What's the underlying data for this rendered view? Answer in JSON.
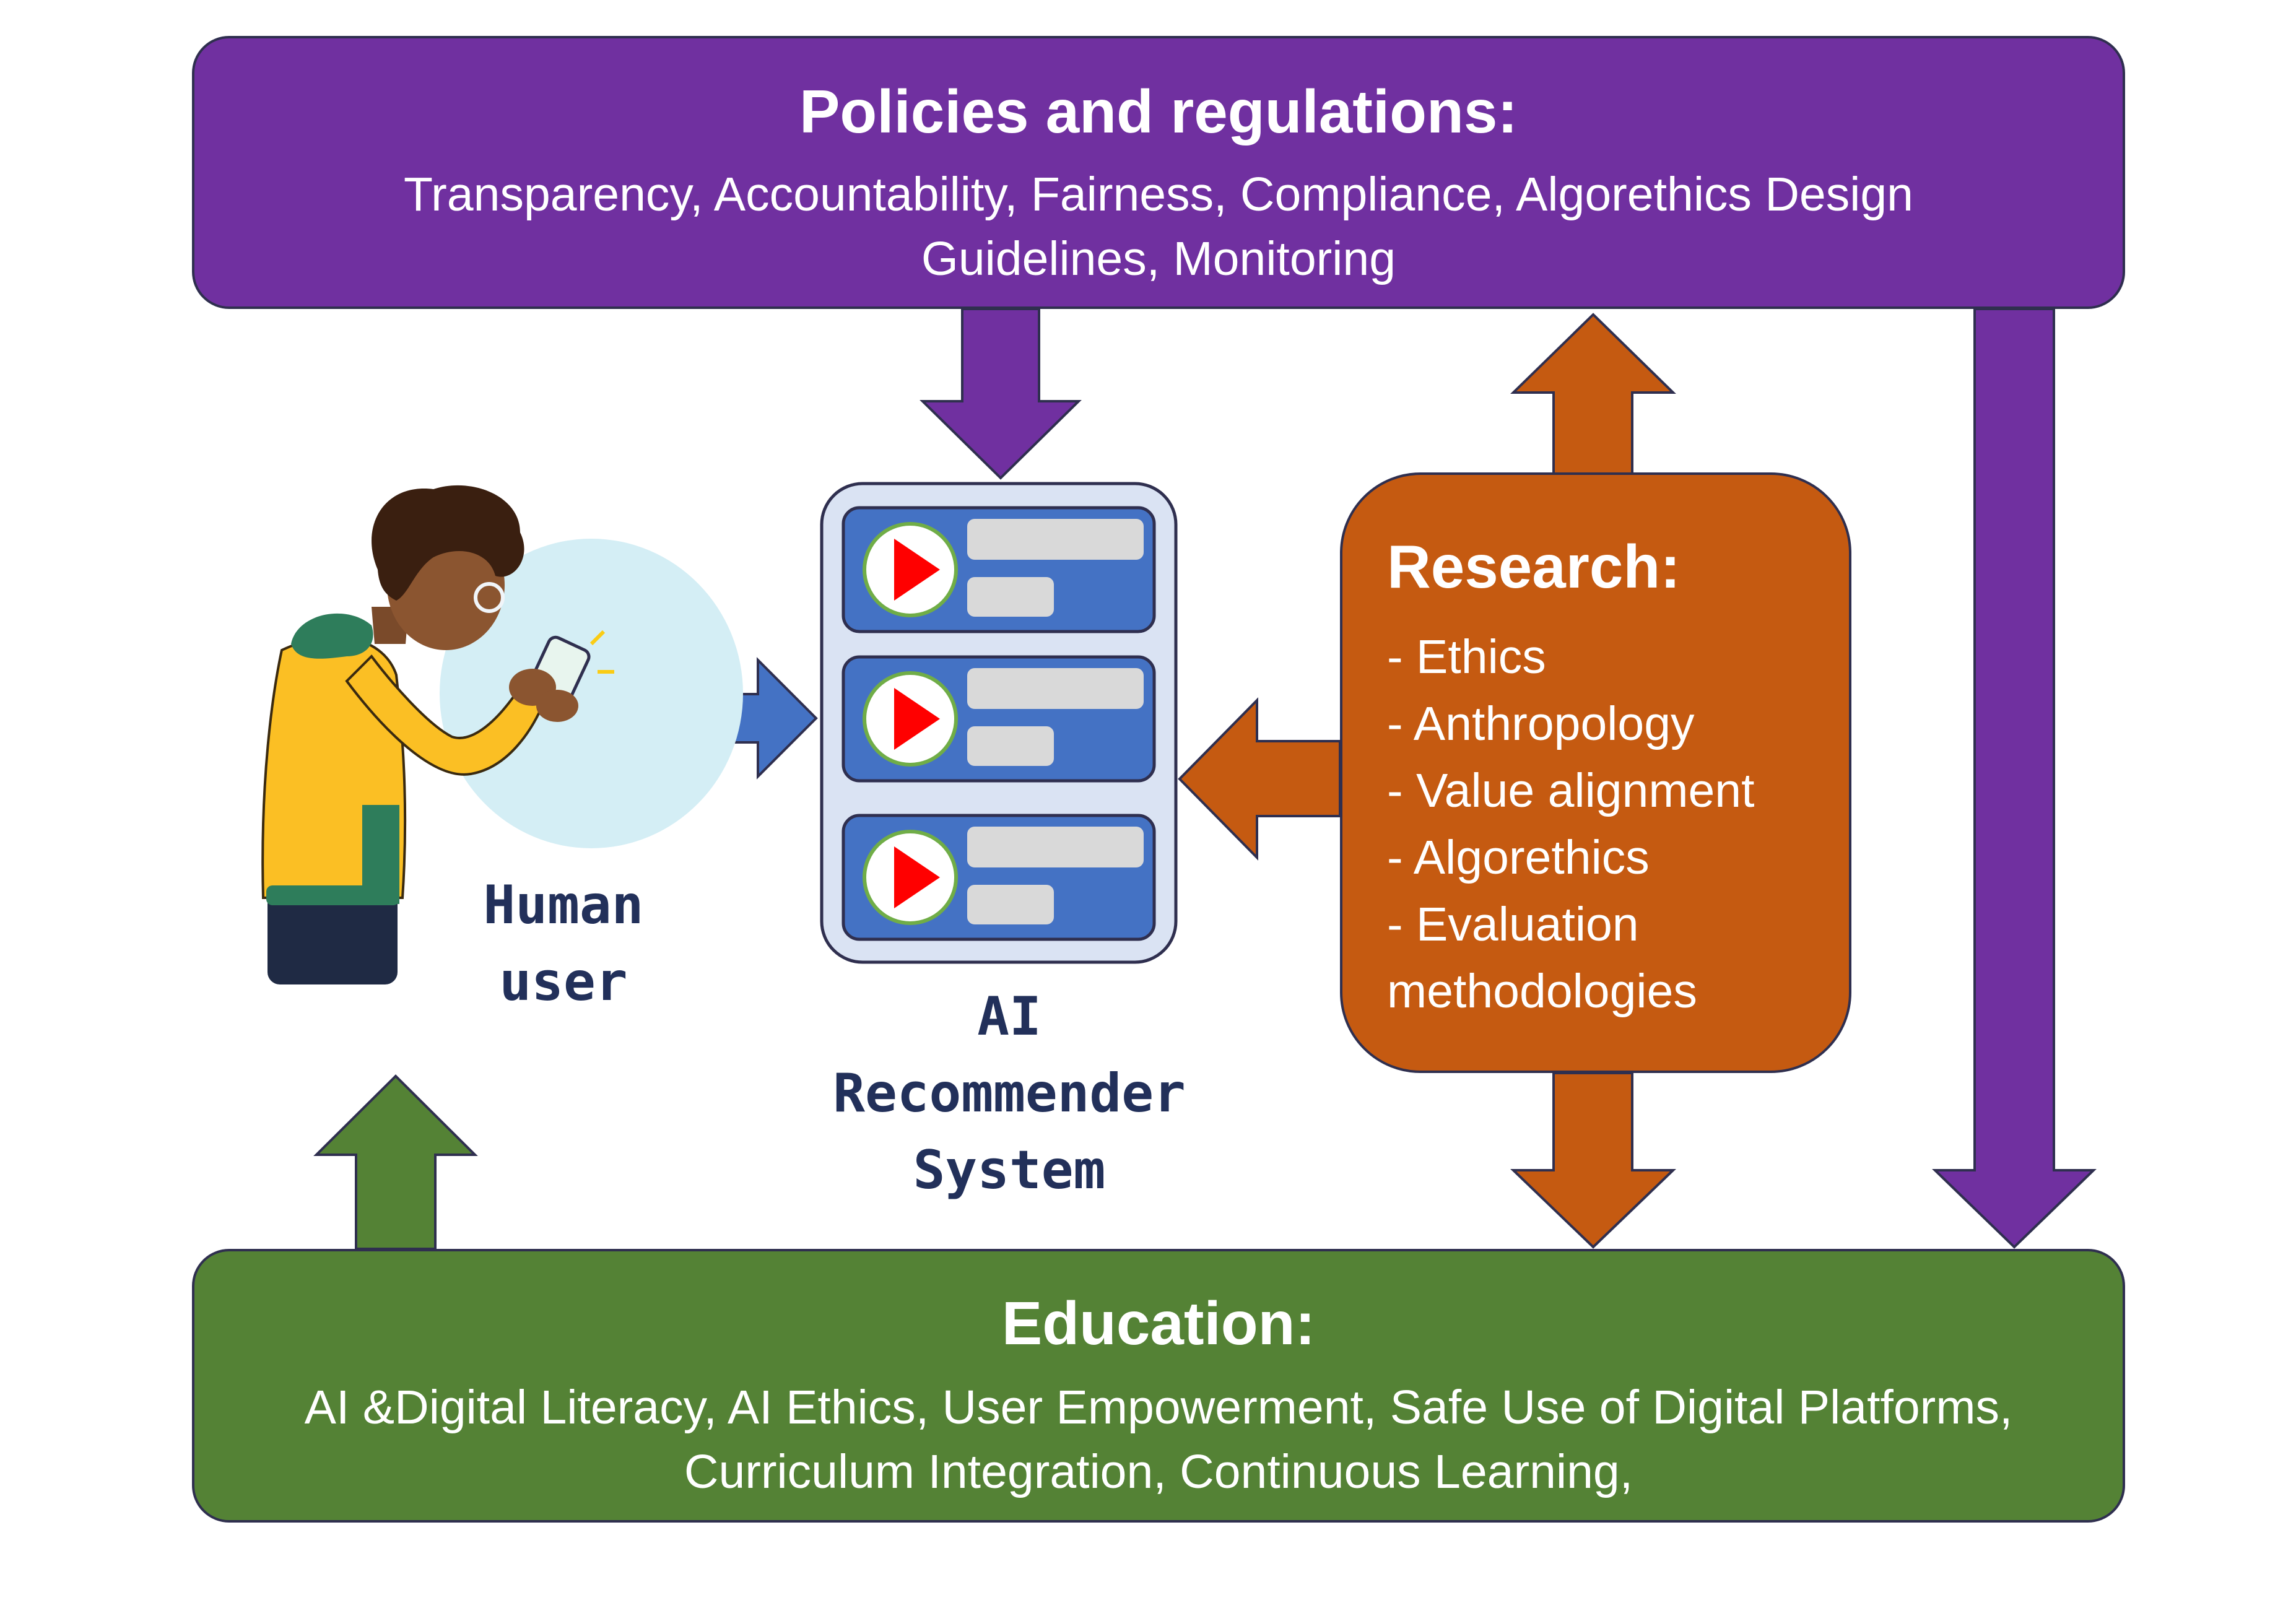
{
  "policies": {
    "title": "Policies and regulations:",
    "items_line1": "Transparency, Accountability, Fairness, Compliance, Algorethics Design",
    "items_line2": "Guidelines, Monitoring"
  },
  "research": {
    "title": "Research:",
    "items": [
      "- Ethics",
      "- Anthropology",
      "- Value alignment",
      "- Algorethics",
      "- Evaluation",
      "methodologies"
    ]
  },
  "education": {
    "title": "Education:",
    "items_line1": "AI &Digital Literacy, AI Ethics, User Empowerment, Safe Use of Digital Platforms,",
    "items_line2": "Curriculum Integration, Continuous Learning,"
  },
  "human_user": {
    "line1": "Human",
    "line2": "user"
  },
  "recommender": {
    "line1": "AI",
    "line2": "Recommender",
    "line3": "System"
  },
  "colors": {
    "policies": "#7030a0",
    "research": "#c55a11",
    "education": "#548235",
    "interaction_arrow": "#4472c4",
    "recommender_panel": "#dae3f3",
    "recommender_card": "#4472c4",
    "play_button": "#ff0000"
  },
  "icons": [
    "person-with-phone-illustration",
    "play-icon"
  ]
}
